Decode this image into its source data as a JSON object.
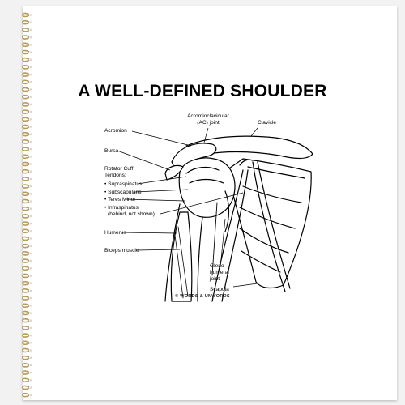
{
  "title": "A WELL-DEFINED SHOULDER",
  "labels": {
    "ac_joint_1": "Acromioclavicular",
    "ac_joint_2": "(AC) joint",
    "clavicle": "Clavicle",
    "acromion": "Acromion",
    "bursa": "Bursa",
    "rotator_1": "Rotator Cuff",
    "rotator_2": "Tendons:",
    "supraspinatus": "• Supraspinatus",
    "subscapularis": "• Subscapularis",
    "teres_minor": "• Teres Minor",
    "infraspinatus": "• Infraspinatus",
    "infra_note": "(behind, not shown)",
    "humerus": "Humerus",
    "biceps": "Biceps muscle",
    "gleno_1": "Gleno-",
    "gleno_2": "humeral",
    "gleno_3": "joint",
    "scapula": "Scapula"
  },
  "credit": "© WORDS & UNWORDS",
  "colors": {
    "paper": "#ffffff",
    "ink": "#000000",
    "coil": "#b89a5a",
    "background": "#f2f2f2"
  }
}
